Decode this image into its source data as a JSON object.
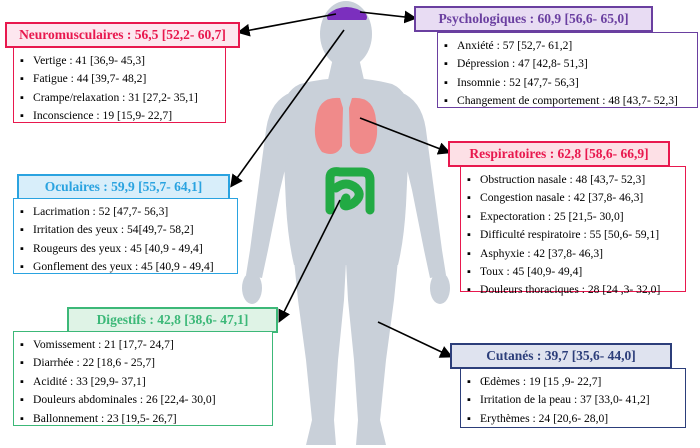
{
  "categories": {
    "neuro": {
      "title": "Neuromusculaires : 56,5 [52,2- 60,7]",
      "color": "#e8184e",
      "bg": "#fde7ef",
      "items": [
        "Vertige : 41 [36,9- 45,3]",
        "Fatigue : 44 [39,7- 48,2]",
        "Crampe/relaxation : 31 [27,2- 35,1]",
        "Inconscience : 19 [15,9- 22,7]"
      ]
    },
    "psycho": {
      "title": "Psychologiques : 60,9 [56,6- 65,0]",
      "color": "#6a3fa0",
      "bg": "#e8dcf3",
      "items": [
        "Anxiété : 57 [52,7- 61,2]",
        "Dépression : 47 [42,8- 51,3]",
        "Insomnie : 52 [47,7- 56,3]",
        "Changement de comportement : 48 [43,7- 52,3]"
      ]
    },
    "ocul": {
      "title": "Oculaires : 59,9 [55,7- 64,1]",
      "color": "#2aa3e0",
      "bg": "#d8eefa",
      "items": [
        "Lacrimation : 52 [47,7- 56,3]",
        "Irritation des yeux : 54[49,7- 58,2]",
        "Rougeurs des yeux : 45 [40,9 - 49,4]",
        "Gonflement des yeux : 45 [40,9 - 49,4]"
      ]
    },
    "resp": {
      "title": "Respiratoires : 62,8 [58,6- 66,9]",
      "color": "#e8184e",
      "bg": "#fde0e6",
      "items": [
        "Obstruction nasale : 48 [43,7- 52,3]",
        "Congestion nasale : 42 [37,8- 46,3]",
        "Expectoration : 25 [21,5- 30,0]",
        "Difficulté respiratoire : 55 [50,6- 59,1]",
        "Asphyxie : 42 [37,8- 46,3]",
        "Toux : 45 [40,9- 49,4]",
        "Douleurs thoraciques : 28 [24 ,3- 32,0]"
      ]
    },
    "dig": {
      "title": "Digestifs : 42,8 [38,6- 47,1]",
      "color": "#3cb878",
      "bg": "#dff3e6",
      "items": [
        "Vomissement : 21 [17,7- 24,7]",
        "Diarrhée : 22 [18,6 - 25,7]",
        "Acidité : 33 [29,9- 37,1]",
        "Douleurs abdominales : 26 [22,4- 30,0]",
        "Ballonnement : 23 [19,5- 26,7]"
      ]
    },
    "cut": {
      "title": "Cutanés : 39,7 [35,6- 44,0]",
      "color": "#2c3e7a",
      "bg": "#dfe3ef",
      "items": [
        "Œdèmes : 19 [15 ,9- 22,7]",
        "Irritation de la peau : 37 [33,0- 41,2]",
        "Erythèmes : 24 [20,6- 28,0]"
      ]
    }
  },
  "body_colors": {
    "silhouette": "#c9d0d9",
    "brain": "#7b2fbe",
    "lungs": "#f08a8a",
    "intestine": "#22aa44"
  }
}
